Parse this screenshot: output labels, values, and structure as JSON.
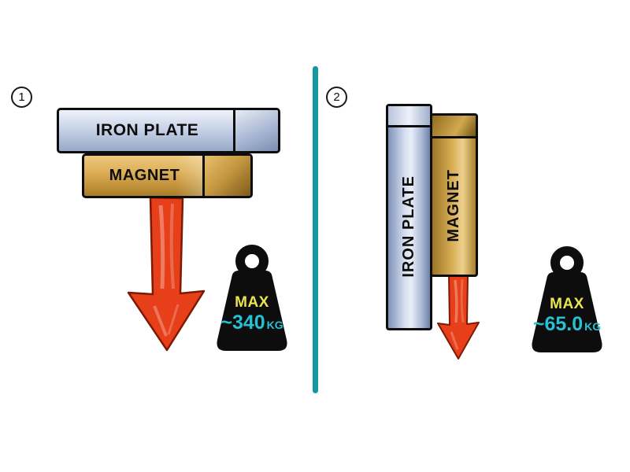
{
  "panel1": {
    "number": "1",
    "iron_plate": "IRON PLATE",
    "magnet": "MAGNET",
    "weight": {
      "label": "MAX",
      "value": "~340",
      "unit": "KG"
    }
  },
  "panel2": {
    "number": "2",
    "iron_plate": "IRON PLATE",
    "magnet": "MAGNET",
    "weight": {
      "label": "MAX",
      "value": "~65.0",
      "unit": "KG"
    }
  },
  "colors": {
    "divider": "#149a9e",
    "arrow": "#e63f1a",
    "weight_body": "#0d0d0d",
    "max_text": "#e8e54e",
    "value_text": "#25c2d4",
    "iron_plate": "#c9d3e8",
    "magnet": "#ddaf58"
  }
}
